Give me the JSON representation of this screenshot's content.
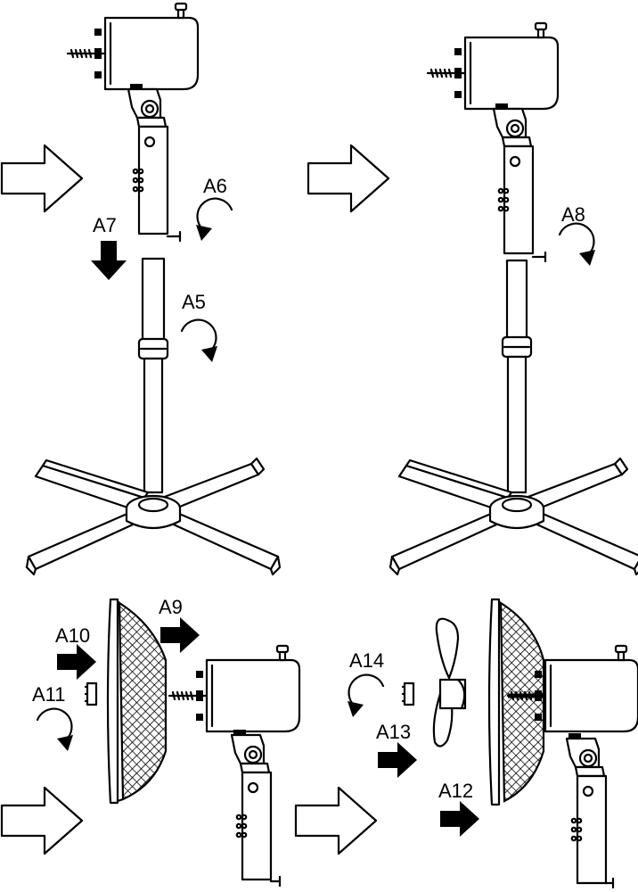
{
  "steps": {
    "a5": "A5",
    "a6": "A6",
    "a7": "A7",
    "a8": "A8",
    "a9": "A9",
    "a10": "A10",
    "a11": "A11",
    "a12": "A12",
    "a13": "A13",
    "a14": "A14"
  },
  "colors": {
    "line": "#000000",
    "background": "#ffffff"
  },
  "icons": [
    "outline-arrow-icon",
    "solid-arrow-icon",
    "rotate-arrow-icon"
  ]
}
